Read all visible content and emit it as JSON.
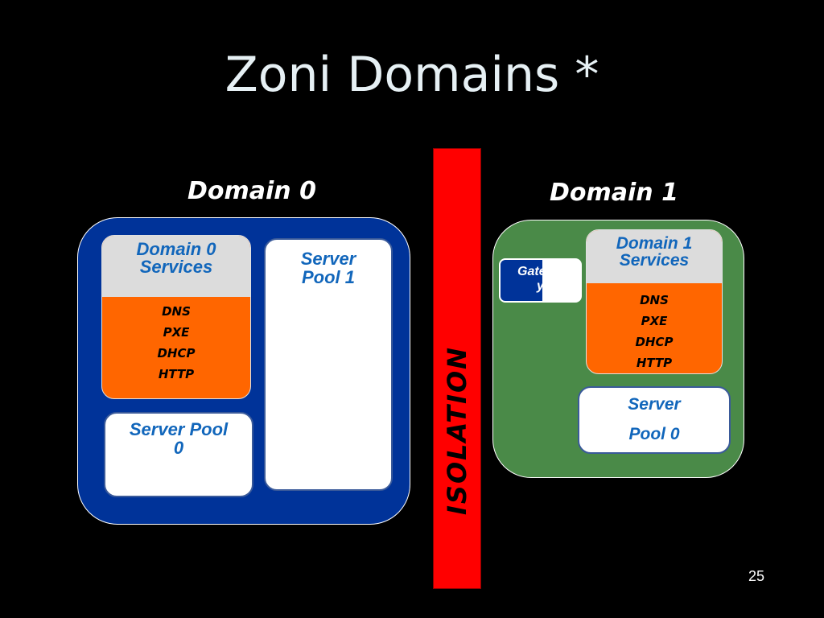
{
  "slide": {
    "title": "Zoni Domains *",
    "page_number": "25"
  },
  "domain0": {
    "label": "Domain 0",
    "services": {
      "title_line1": "Domain 0",
      "title_line2": "Services",
      "items": [
        "DNS",
        "PXE",
        "DHCP",
        "HTTP"
      ]
    },
    "server_pool_0": {
      "line1": "Server Pool",
      "line2": "0"
    },
    "server_pool_1": {
      "line1": "Server",
      "line2": "Pool 1"
    },
    "color": "#003399"
  },
  "isolation": {
    "label": "ISOLATION",
    "color": "#ff0000"
  },
  "domain1": {
    "label": "Domain 1",
    "gateway": {
      "line1": "Gatewa",
      "line2": "y"
    },
    "services": {
      "title_line1": "Domain 1",
      "title_line2": "Services",
      "items": [
        "DNS",
        "PXE",
        "DHCP",
        "HTTP"
      ]
    },
    "server_pool_0": {
      "line1": "Server",
      "line2": "Pool 0"
    },
    "color": "#4a8a48"
  },
  "colors": {
    "services_header": "#dcdcdc",
    "services_body": "#ff6600",
    "label_blue": "#1166bb"
  }
}
